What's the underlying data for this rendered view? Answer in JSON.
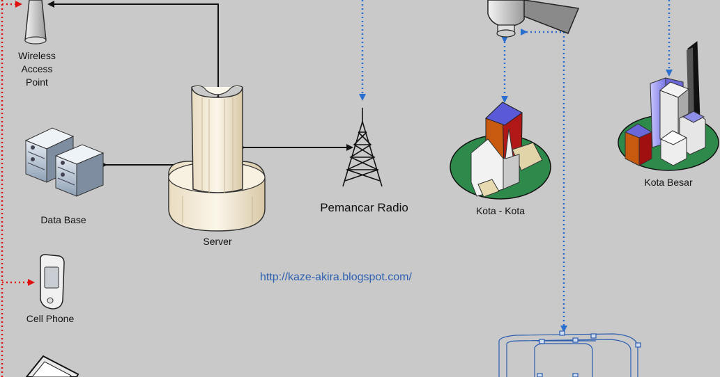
{
  "labels": {
    "wireless_access_point": [
      "Wireless",
      "Access",
      "Point"
    ],
    "data_base": "Data Base",
    "server": "Server",
    "pemancar_radio": "Pemancar Radio",
    "kota_kota": "Kota - Kota",
    "kota_besar": "Kota Besar",
    "cell_phone": "Cell Phone",
    "url": "http://kaze-akira.blogspot.com/"
  },
  "colors": {
    "background": "#c9c9c9",
    "arrow_black": "#111111",
    "arrow_blue": "#2a6fd0",
    "arrow_red": "#e01010",
    "url": "#3060b0"
  },
  "icons": [
    "wireless-access-point-icon",
    "database-servers-icon",
    "server-tower-icon",
    "radio-tower-icon",
    "satellite-icon",
    "town-icon",
    "city-icon",
    "cell-phone-icon",
    "laptop-icon",
    "vehicle-icon"
  ]
}
